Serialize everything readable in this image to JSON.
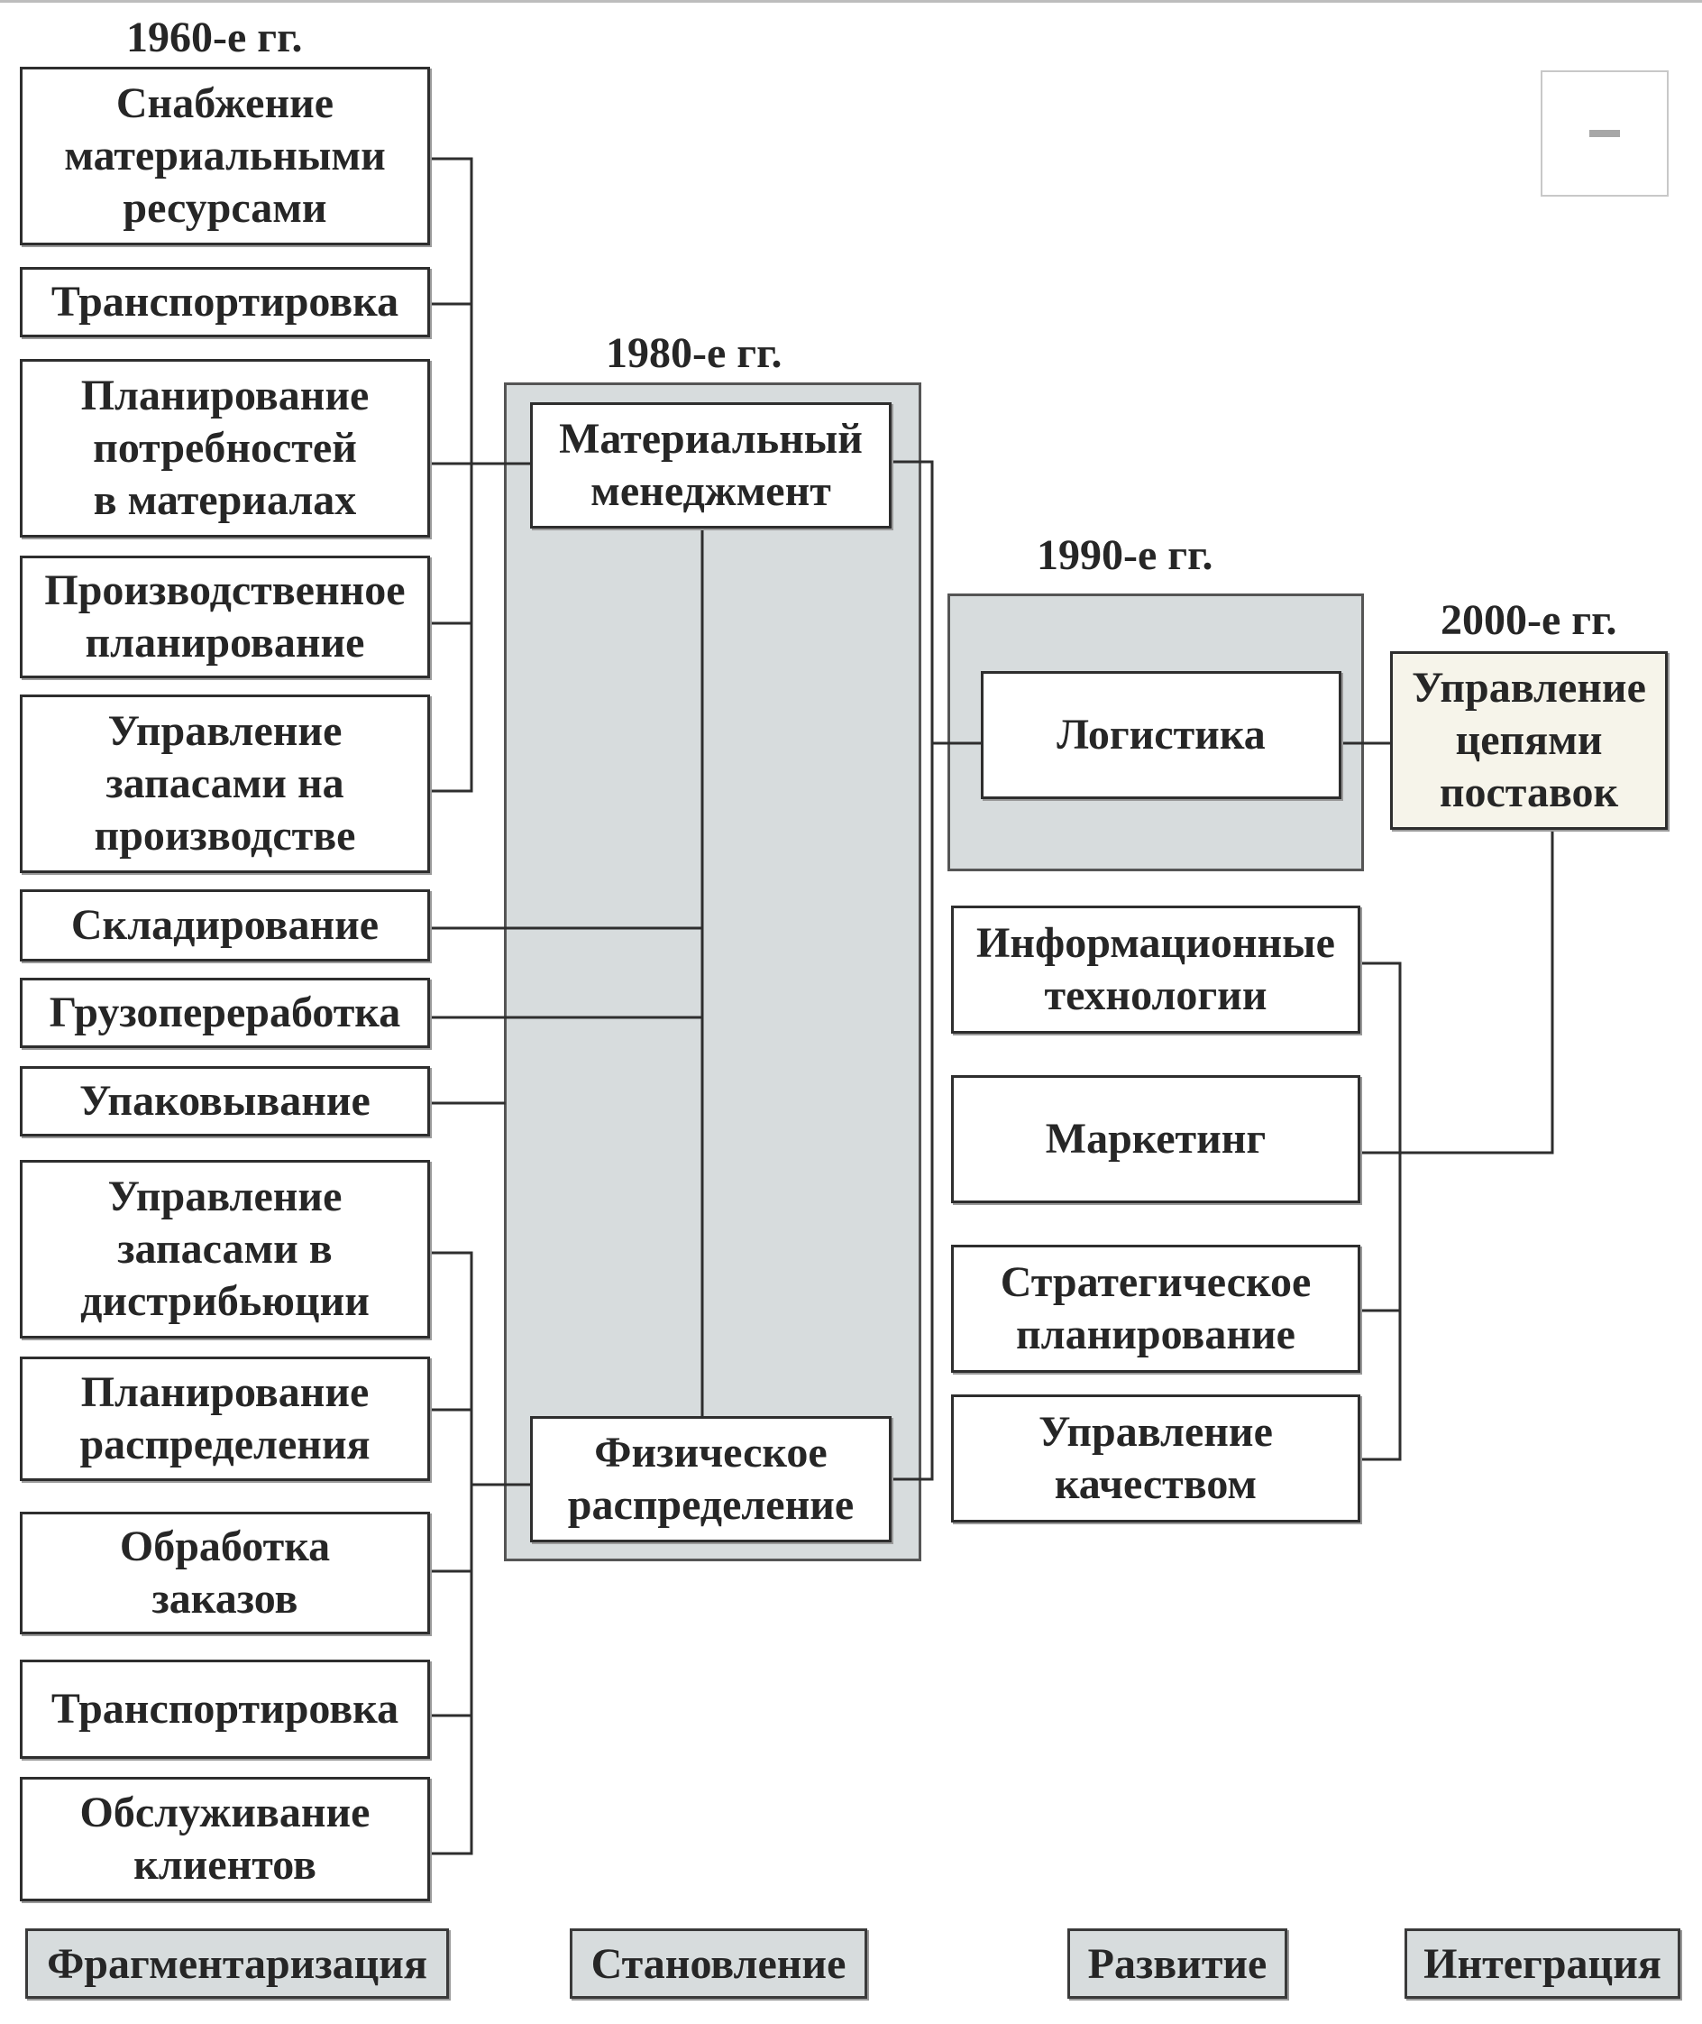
{
  "eras": {
    "e1960": "1960-е гг.",
    "e1980": "1980-е гг.",
    "e1990": "1990-е гг.",
    "e2000": "2000-е гг."
  },
  "left_upper": [
    "Снабжение\nматериальными\nресурсами",
    "Транспортировка",
    "Планирование\nпотребностей\nв материалах",
    "Производственное\nпланирование",
    "Управление\nзапасами на\nпроизводстве"
  ],
  "left_middle": [
    "Складирование",
    "Грузопереработка",
    "Упаковывание"
  ],
  "left_lower": [
    "Управление\nзапасами в\nдистрибьюции",
    "Планирование\nраспределения",
    "Обработка\nзаказов",
    "Транспортировка",
    "Обслуживание\nклиентов"
  ],
  "center": {
    "material_management": "Материальный\nменеджмент",
    "physical_distribution": "Физическое\nраспределение"
  },
  "logistics": "Логистика",
  "supply_chain": "Управление\nцепями\nпоставок",
  "right_items": [
    "Информационные\nтехнологии",
    "Маркетинг",
    "Стратегическое\nпланирование",
    "Управление\nкачеством"
  ],
  "stages": [
    "Фрагментаризация",
    "Становление",
    "Развитие",
    "Интеграция"
  ],
  "colors": {
    "group_fill": "#d7dcdd",
    "supply_chain_fill": "#f6f4ea",
    "line": "#2e2e2e"
  }
}
